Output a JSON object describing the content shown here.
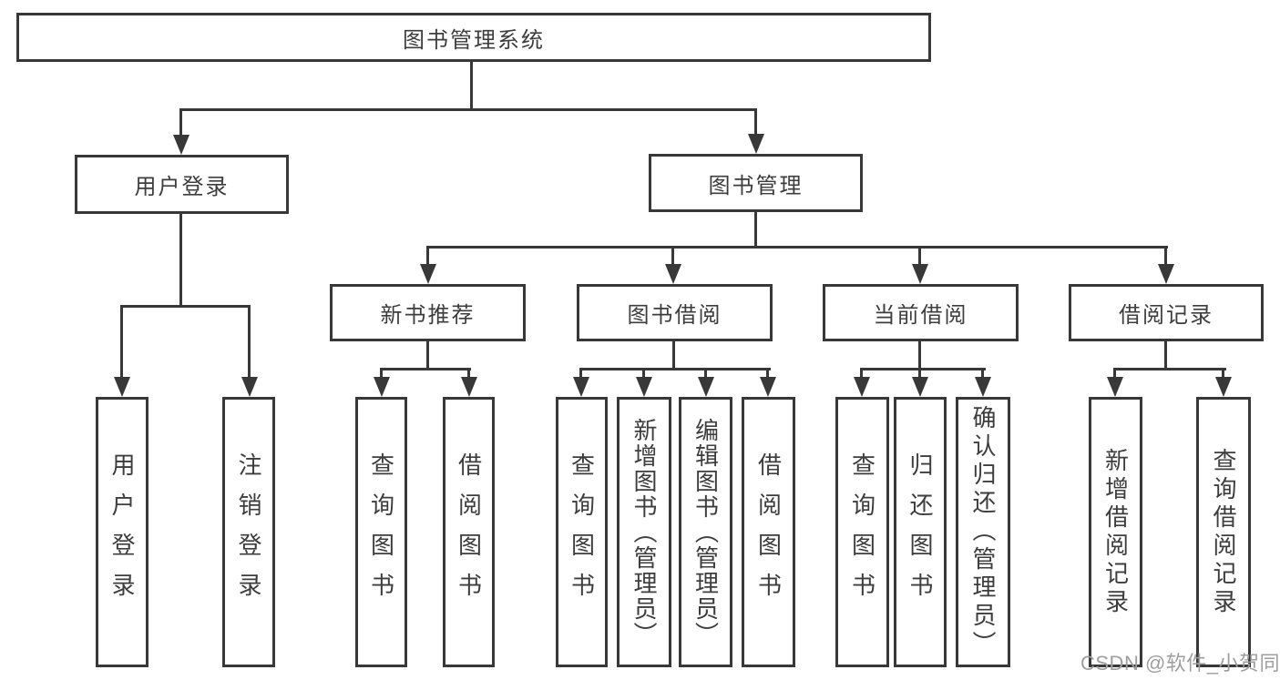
{
  "diagram": {
    "root": {
      "label": "图书管理系统"
    },
    "children": [
      {
        "label": "用户登录",
        "children": [
          {
            "label": "用户登录"
          },
          {
            "label": "注销登录"
          }
        ]
      },
      {
        "label": "图书管理",
        "children": [
          {
            "label": "新书推荐",
            "children": [
              {
                "label": "查询图书"
              },
              {
                "label": "借阅图书"
              }
            ]
          },
          {
            "label": "图书借阅",
            "children": [
              {
                "label": "查询图书"
              },
              {
                "label": "新增图书（管理员）"
              },
              {
                "label": "编辑图书（管理员）"
              },
              {
                "label": "借阅图书"
              }
            ]
          },
          {
            "label": "当前借阅",
            "children": [
              {
                "label": "查询图书"
              },
              {
                "label": "归还图书"
              },
              {
                "label": "确认归还（管理员）"
              }
            ]
          },
          {
            "label": "借阅记录",
            "children": [
              {
                "label": "新增借阅记录"
              },
              {
                "label": "查询借阅记录"
              }
            ]
          }
        ]
      }
    ]
  },
  "watermark": "CSDN @软件_小贺同学",
  "colors": {
    "line": "#383838",
    "text": "#3d3d3d",
    "watermark": "#9e9e9e",
    "background": "#ffffff"
  }
}
